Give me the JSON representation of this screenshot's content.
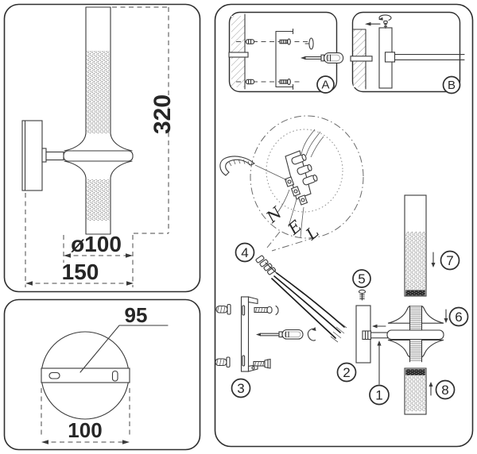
{
  "colors": {
    "line": "#3a3a3a",
    "background": "#ffffff",
    "hatch": "#9a9a9a"
  },
  "side_view": {
    "height": "320",
    "shade_diameter": "ø100",
    "depth": "150"
  },
  "top_view": {
    "hole_spacing": "95",
    "base_diameter": "100"
  },
  "steps": {
    "a": "A",
    "b": "B"
  },
  "terminals": {
    "n": "N",
    "e": "E",
    "l": "L"
  },
  "parts": {
    "p1": "1",
    "p2": "2",
    "p3": "3",
    "p4": "4",
    "p5": "5",
    "p6": "6",
    "p7": "7",
    "p8": "8"
  }
}
